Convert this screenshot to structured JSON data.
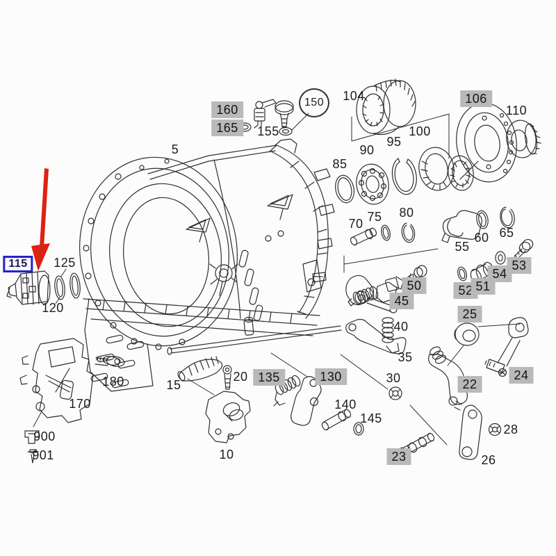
{
  "diagram": {
    "kind": "exploded-parts-diagram",
    "subject": "automatic transmission housing assembly",
    "line_color": "#2e2e2e",
    "gray_highlight_color": "#b9b9b9",
    "selected_box_border_color": "#2424c8",
    "arrow_color": "#dd2112",
    "selected_part": "115",
    "highlighted_parts": [
      "160",
      "165",
      "106",
      "50",
      "45",
      "52",
      "51",
      "54",
      "53",
      "135",
      "130",
      "25",
      "22",
      "24",
      "23"
    ]
  },
  "labels": [
    {
      "text": "5",
      "highlight": "none"
    },
    {
      "text": "160",
      "highlight": "gray"
    },
    {
      "text": "165",
      "highlight": "gray"
    },
    {
      "text": "150",
      "highlight": "circle"
    },
    {
      "text": "155",
      "highlight": "none"
    },
    {
      "text": "104",
      "highlight": "none"
    },
    {
      "text": "85",
      "highlight": "none"
    },
    {
      "text": "90",
      "highlight": "none"
    },
    {
      "text": "95",
      "highlight": "none"
    },
    {
      "text": "100",
      "highlight": "none"
    },
    {
      "text": "106",
      "highlight": "gray"
    },
    {
      "text": "110",
      "highlight": "none"
    },
    {
      "text": "70",
      "highlight": "none"
    },
    {
      "text": "75",
      "highlight": "none"
    },
    {
      "text": "80",
      "highlight": "none"
    },
    {
      "text": "55",
      "highlight": "none"
    },
    {
      "text": "60",
      "highlight": "none"
    },
    {
      "text": "65",
      "highlight": "none"
    },
    {
      "text": "50",
      "highlight": "gray"
    },
    {
      "text": "45",
      "highlight": "gray"
    },
    {
      "text": "52",
      "highlight": "gray"
    },
    {
      "text": "51",
      "highlight": "gray"
    },
    {
      "text": "54",
      "highlight": "gray"
    },
    {
      "text": "53",
      "highlight": "gray"
    },
    {
      "text": "115",
      "highlight": "blue-box"
    },
    {
      "text": "125",
      "highlight": "none"
    },
    {
      "text": "120",
      "highlight": "none"
    },
    {
      "text": "180",
      "highlight": "none"
    },
    {
      "text": "170",
      "highlight": "none"
    },
    {
      "text": "900",
      "highlight": "none"
    },
    {
      "text": "901",
      "highlight": "none"
    },
    {
      "text": "15",
      "highlight": "none"
    },
    {
      "text": "20",
      "highlight": "none"
    },
    {
      "text": "135",
      "highlight": "gray"
    },
    {
      "text": "130",
      "highlight": "gray"
    },
    {
      "text": "10",
      "highlight": "none"
    },
    {
      "text": "140",
      "highlight": "none"
    },
    {
      "text": "145",
      "highlight": "none"
    },
    {
      "text": "40",
      "highlight": "none"
    },
    {
      "text": "35",
      "highlight": "none"
    },
    {
      "text": "30",
      "highlight": "none"
    },
    {
      "text": "25",
      "highlight": "gray"
    },
    {
      "text": "22",
      "highlight": "gray"
    },
    {
      "text": "24",
      "highlight": "gray"
    },
    {
      "text": "23",
      "highlight": "gray"
    },
    {
      "text": "26",
      "highlight": "none"
    },
    {
      "text": "28",
      "highlight": "none"
    }
  ]
}
